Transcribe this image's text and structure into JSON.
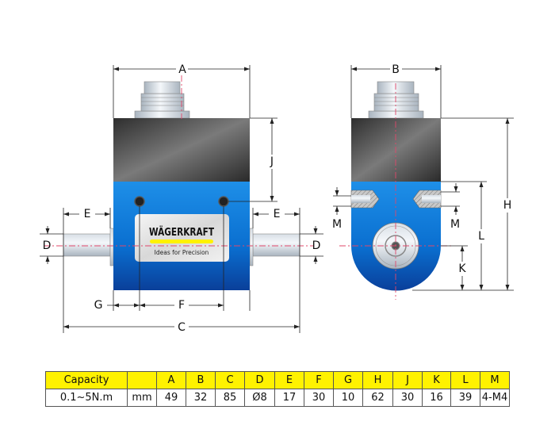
{
  "brand": {
    "name": "WÄGERKRAFT",
    "tagline": "Ideas for Precision"
  },
  "colors": {
    "blue": "#0a6fd0",
    "dark": "#4a4a4a",
    "yellow": "#fff200",
    "centerline": "#e0476a"
  },
  "dimensions": {
    "A": "A",
    "B": "B",
    "C": "C",
    "D": "D",
    "E": "E",
    "F": "F",
    "G": "G",
    "H": "H",
    "J": "J",
    "K": "K",
    "L": "L",
    "M": "M"
  },
  "table": {
    "headers": [
      "Capacity",
      "",
      "A",
      "B",
      "C",
      "D",
      "E",
      "F",
      "G",
      "H",
      "J",
      "K",
      "L",
      "M"
    ],
    "row": [
      "0.1~5N.m",
      "mm",
      "49",
      "32",
      "85",
      "Ø8",
      "17",
      "30",
      "10",
      "62",
      "30",
      "16",
      "39",
      "4-M4"
    ]
  }
}
